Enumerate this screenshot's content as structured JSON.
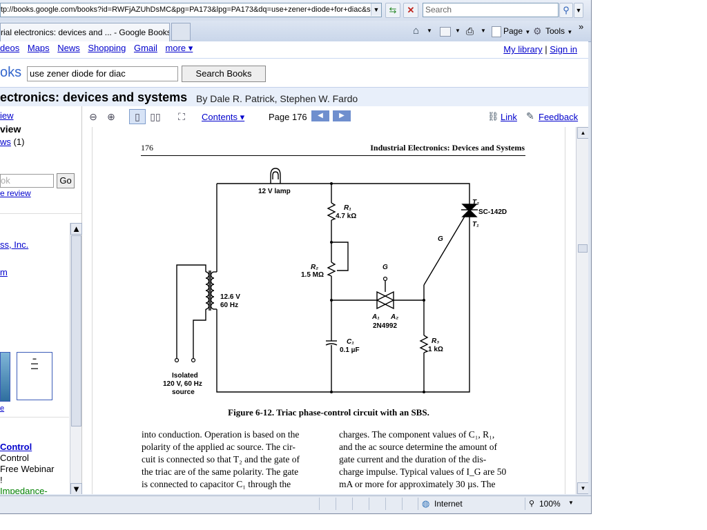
{
  "browser": {
    "address": "tp://books.google.com/books?id=RWFjAZUhDsMC&pg=PA173&lpg=PA173&dq=use+zener+diode+for+diac&so",
    "search_placeholder": "Search",
    "tab_title": "rial electronics: devices and ... - Google Books",
    "cmd_page": "Page",
    "cmd_tools": "Tools",
    "chevron": "»",
    "status_zone": "Internet",
    "status_zoom": "100%"
  },
  "gbar": {
    "links": [
      "deos",
      "Maps",
      "News",
      "Shopping",
      "Gmail",
      "more ▾"
    ],
    "my_library": "My library",
    "separator": "|",
    "sign_in": "Sign in"
  },
  "header": {
    "brand": "oks",
    "query": "use zener diode for diac",
    "search_button": "Search Books",
    "book_title": "ectronics: devices and systems",
    "by_authors": "By Dale R. Patrick, Stephen W. Fardo"
  },
  "sidebar": {
    "item1": "iew",
    "item2": "view",
    "item3_link": "ws",
    "item3_count": "(1)",
    "search_placeholder": "ok",
    "go": "Go",
    "review_link": "e review",
    "publisher": "ss, Inc.",
    "link_m": "m",
    "link_e": "e",
    "ad_title": "Control",
    "ad_line1": "Control",
    "ad_line2": "Free Webinar",
    "ad_line3": "!",
    "ad_line4": "Impedance-"
  },
  "viewer": {
    "contents": "Contents ▾",
    "page_label": "Page 176",
    "link": "Link",
    "feedback": "Feedback"
  },
  "bookpage": {
    "page_number": "176",
    "running_head": "Industrial Electronics: Devices and Systems",
    "caption": "Figure 6-12. Triac phase-control circuit with an SBS.",
    "left_lines": [
      "into conduction. Operation is based on the",
      "polarity of the applied ac source. The cir-",
      "cuit is connected so that T₂ and the gate of",
      "the triac are of the same polarity. The gate",
      "is connected to capacitor C₁ through the"
    ],
    "right_lines": [
      "charges. The component values of C₁, R₁,",
      "and the ac source determine the amount of",
      "gate current and the duration of the dis-",
      "charge impulse. Typical values of I_G are 50",
      "mA or more for approximately 30 µs. The"
    ],
    "circuit": {
      "lamp": "12 V lamp",
      "r1_name": "R₁",
      "r1_val": "4.7 kΩ",
      "r2_name": "R₂",
      "r2_val": "1.5 MΩ",
      "t2": "T₂",
      "t1": "T₁",
      "triac": "SC-142D",
      "g_triac": "G",
      "g_sbs": "G",
      "a1": "A₁",
      "a2": "A₂",
      "sbs": "2N4992",
      "xfmr_v": "12.6 V",
      "xfmr_f": "60 Hz",
      "c1_name": "C₁",
      "c1_val": "0.1 µF",
      "r3_name": "R₃",
      "r3_val": "1 kΩ",
      "src1": "Isolated",
      "src2": "120 V, 60 Hz",
      "src3": "source"
    }
  }
}
